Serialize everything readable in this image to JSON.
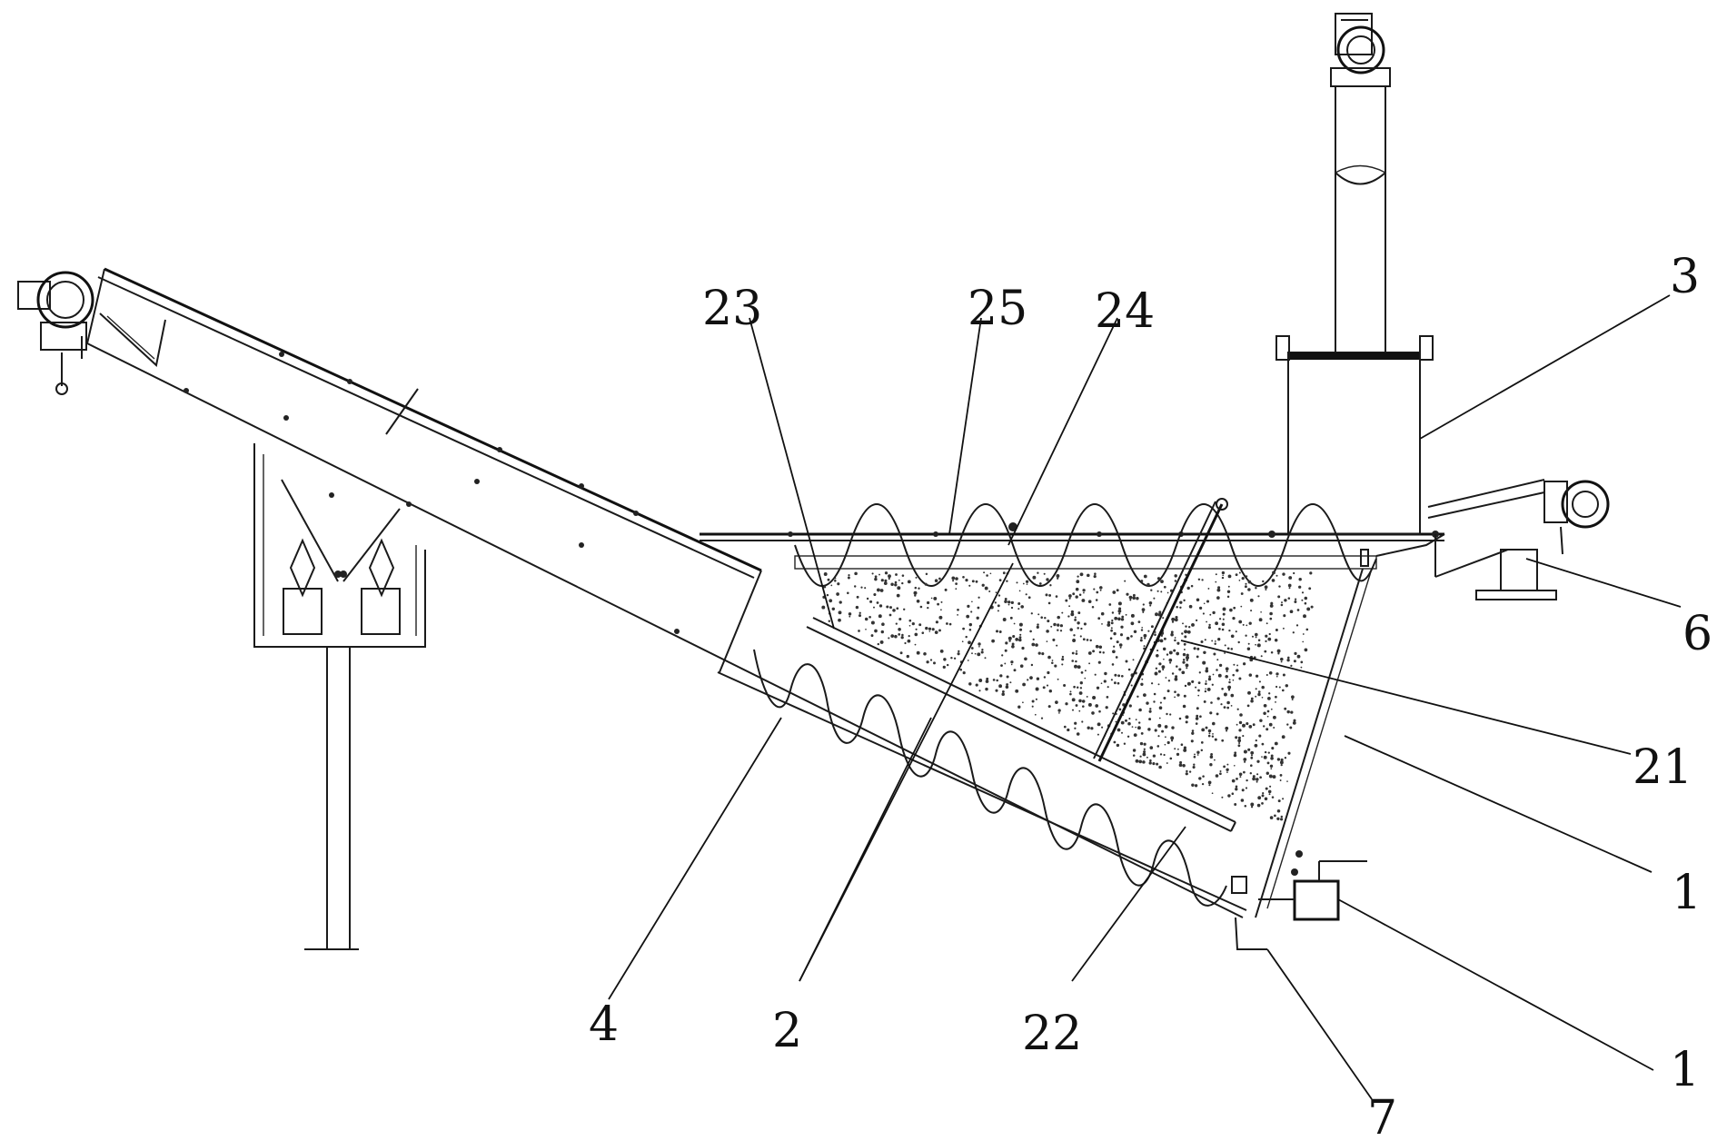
{
  "diagram": {
    "type": "patent mechanical drawing",
    "labels": {
      "label_23": "23",
      "label_25": "25",
      "label_24": "24",
      "label_3": "3",
      "label_6": "6",
      "label_21": "21",
      "label_1_upper": "1",
      "label_1_lower": "1",
      "label_4": "4",
      "label_2": "2",
      "label_22": "22",
      "label_7": "7"
    },
    "components": [
      "inclined-screw-conveyor",
      "drive-motor-left",
      "support-frame",
      "support-leg",
      "settling-tank",
      "horizontal-spiral",
      "inclined-spiral",
      "sand-particles",
      "agitator-rod",
      "vertical-hopper",
      "top-motor",
      "discharge-motor",
      "outlet-pipe",
      "drain-valve"
    ],
    "colors": {
      "line": "#1a1a1a",
      "background": "#ffffff"
    }
  }
}
